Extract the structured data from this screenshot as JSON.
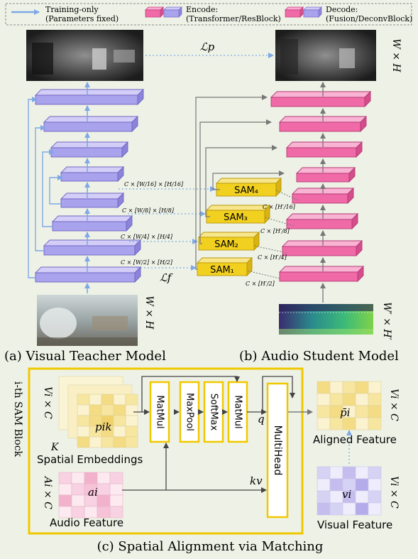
{
  "legend": {
    "training_only": "Training-only",
    "params_fixed": "(Parameters fixed)",
    "encode_title": "Encode:",
    "encode_sub": "(Transformer/ResBlock)",
    "decode_title": "Decode:",
    "decode_sub": "(Fusion/DeconvBlock)"
  },
  "loss_p": "ℒp",
  "loss_f": "ℒf",
  "dim_hw": "W × H",
  "dim_audio": "W′ × H′",
  "sam_labels": [
    "SAM₄",
    "SAM₃",
    "SAM₂",
    "SAM₁"
  ],
  "visual_scale_labels": [
    "C × [W/16] × [H/16]",
    "C × [W/8] × [H/8]",
    "C × [W/4] × [H/4]",
    "C × [W/2] × [H/2]"
  ],
  "audio_scale_labels": [
    "C × [H′/16]",
    "C × [H′/8]",
    "C × [H′/4]",
    "C × [H′/2]"
  ],
  "caption_a": "(a) Visual Teacher Model",
  "caption_b": "(b) Audio Student Model",
  "caption_c": "(c) Spatial Alignment via Matching",
  "sam_block": {
    "title": "i-th SAM Block",
    "spatial_dim": "Vi × C",
    "k_label": "K",
    "spatial_embeddings": "Spatial Embeddings",
    "p_label": "pik",
    "audio_dim": "Ai × C",
    "a_label": "ai",
    "audio_feature": "Audio Feature",
    "ops": [
      "MatMul",
      "MaxPool",
      "SoftMax",
      "MatMul"
    ],
    "multihead": "MultiHead",
    "q_label": "q",
    "kv_label": "kv",
    "aligned_dim": "Vi × C",
    "p_bar_label": "p̄i",
    "aligned_feature": "Aligned Feature",
    "visual_dim": "Vi × C",
    "v_label": "vi",
    "visual_feature": "Visual Feature"
  },
  "colors": {
    "background": "#eef2e6",
    "encode": "#a9a2ec",
    "decode": "#f06aa8",
    "sam": "#f2d020",
    "arrow": "#7fa8e6",
    "block_border": "#f0c800"
  }
}
